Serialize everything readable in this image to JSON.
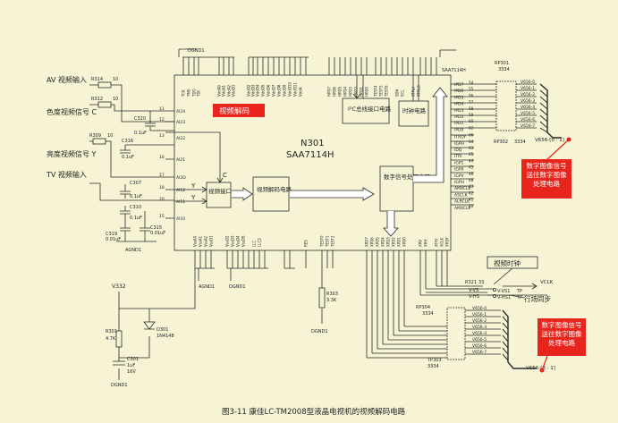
{
  "colors": {
    "background": "#f7f4d6",
    "line": "#2a2a2a",
    "callout": "#e8251c",
    "callout_text": "#ffffff"
  },
  "chip": {
    "ref": "N301",
    "part": "SAA7114H",
    "callout": "视频解码"
  },
  "inputs": {
    "av": "AV 视频输入",
    "chroma": "色度视频信号 C",
    "luma": "亮度视频信号 Y",
    "tv": "TV 视频输入",
    "av_ref": "R314",
    "av_val": "10",
    "chroma_ref": "R312",
    "chroma_val": "10",
    "luma_ref": "R309",
    "luma_val": "10"
  },
  "caps": {
    "c320": "C320",
    "c320v": "0.1uF",
    "c316": "C316",
    "c316v": "0.1uF",
    "c307": "C307",
    "c307v": "0.1uF",
    "c310": "C310",
    "c310v": "0.1uF",
    "c319": "C319",
    "c319v": "0.01uF",
    "c315": "C315",
    "c315v": "0.01uF",
    "c301": "C301",
    "c301v": "1uF",
    "c301v2": "16V"
  },
  "blocks": {
    "video_interface": "视频接口",
    "video_decode": "视频解码电路",
    "i2c": "I²C总线接口电路",
    "clock": "时钟电路",
    "dsp": "数字信号处理电路"
  },
  "labels": {
    "dgnd": "DGND1",
    "agnd": "AGND1",
    "v332": "V332",
    "r301": "R301",
    "r301v": "4.7K",
    "d301": "D301",
    "d301v": "1N4148",
    "r303": "R303",
    "r303v": "3.3K",
    "rp301": "RP301",
    "rp302": "RP302",
    "rp303": "TP303",
    "rp304": "RP304",
    "r3334": "3334",
    "r321": "R321",
    "r321v": "33",
    "vclk": "VCLK",
    "vvs": "V-VS",
    "vhs": "V-HS",
    "vvs1": "V-VS1",
    "vhs1": "V-HS1",
    "tp": "TP",
    "bus_top": "V656-[0 : 1]",
    "bus_bottom": "V656-[8 : 1]",
    "saa_tag": "SAA7114H",
    "video_clock": "视频时钟",
    "line_field_sync": "行场同步",
    "callout_top": "数字图像信号送往数字图像处理电路",
    "callout_bottom": "数字图像信号送往数字图像处理电路",
    "pin_c": "C",
    "pin_y1": "Y",
    "pin_y2": "Y"
  },
  "bus_lines": [
    "V656-0",
    "V656-1",
    "V656-2",
    "V656-3",
    "V656-4",
    "V656-5",
    "V656-6",
    "V656-7"
  ],
  "right_pins": [
    "IPD7",
    "IPD6",
    "IPD5",
    "IPD4",
    "IPD3",
    "IPD2",
    "IPD1",
    "IPD0",
    "ITRDY",
    "IGPH",
    "IDQ",
    "ITRI",
    "IGP1",
    "IGP0",
    "IGPV",
    "IGPH",
    "AMXCLK",
    "ASCLK",
    "ALRCLK",
    "AMXCLK"
  ],
  "right_pin_nums": [
    "54",
    "55",
    "56",
    "57",
    "58",
    "59",
    "60",
    "62",
    "66",
    "64",
    "63",
    "65",
    "44",
    "45",
    "46",
    "48",
    "43",
    "42",
    "41",
    "40"
  ],
  "left_pins": [
    {
      "num": "11",
      "label": "AI24"
    },
    {
      "num": "12",
      "label": "AI23"
    },
    {
      "num": "13",
      "label": "AI22"
    },
    {
      "num": "16",
      "label": "AI21"
    },
    {
      "num": "17",
      "label": "AI2D"
    },
    {
      "num": "18",
      "label": "AI12"
    },
    {
      "num": "20",
      "label": "AI11"
    },
    {
      "num": "15",
      "label": "AI10"
    }
  ],
  "top_pins": [
    "TCK",
    "TMS",
    "TDO",
    "TDI",
    "VddA0",
    "VddA1",
    "VddA2",
    "VddD1",
    "VddD2",
    "VddD3",
    "VddD4",
    "VddD5",
    "VddD6",
    "VddD7",
    "VddD8",
    "VddD9",
    "VddD10",
    "VddD11",
    "VddA",
    "HPD7",
    "HPD6",
    "HPD5",
    "HPD4",
    "HPD3",
    "HPD2",
    "HPD1",
    "HPD0",
    "TEST4",
    "TEST5",
    "TEST6",
    "SDA",
    "SCL",
    "XTALI",
    "XTALO"
  ],
  "bottom_pins": [
    "VssA0",
    "VssA1",
    "VssA2",
    "VssD1",
    "VssD2",
    "VssD3",
    "VssD4",
    "VssD5",
    "LLC",
    "LLC2",
    "RES",
    "TEST0",
    "TEST1",
    "TEST2",
    "XPD7",
    "XPD6",
    "XPD5",
    "XPD4",
    "XPD3",
    "XPD2",
    "XPD1",
    "XPD0",
    "XRV",
    "XRH",
    "XTRI",
    "XCLK",
    "XRDY"
  ],
  "caption": "图3-11   康佳LC-TM2008型液晶电视机的视频解码电路"
}
